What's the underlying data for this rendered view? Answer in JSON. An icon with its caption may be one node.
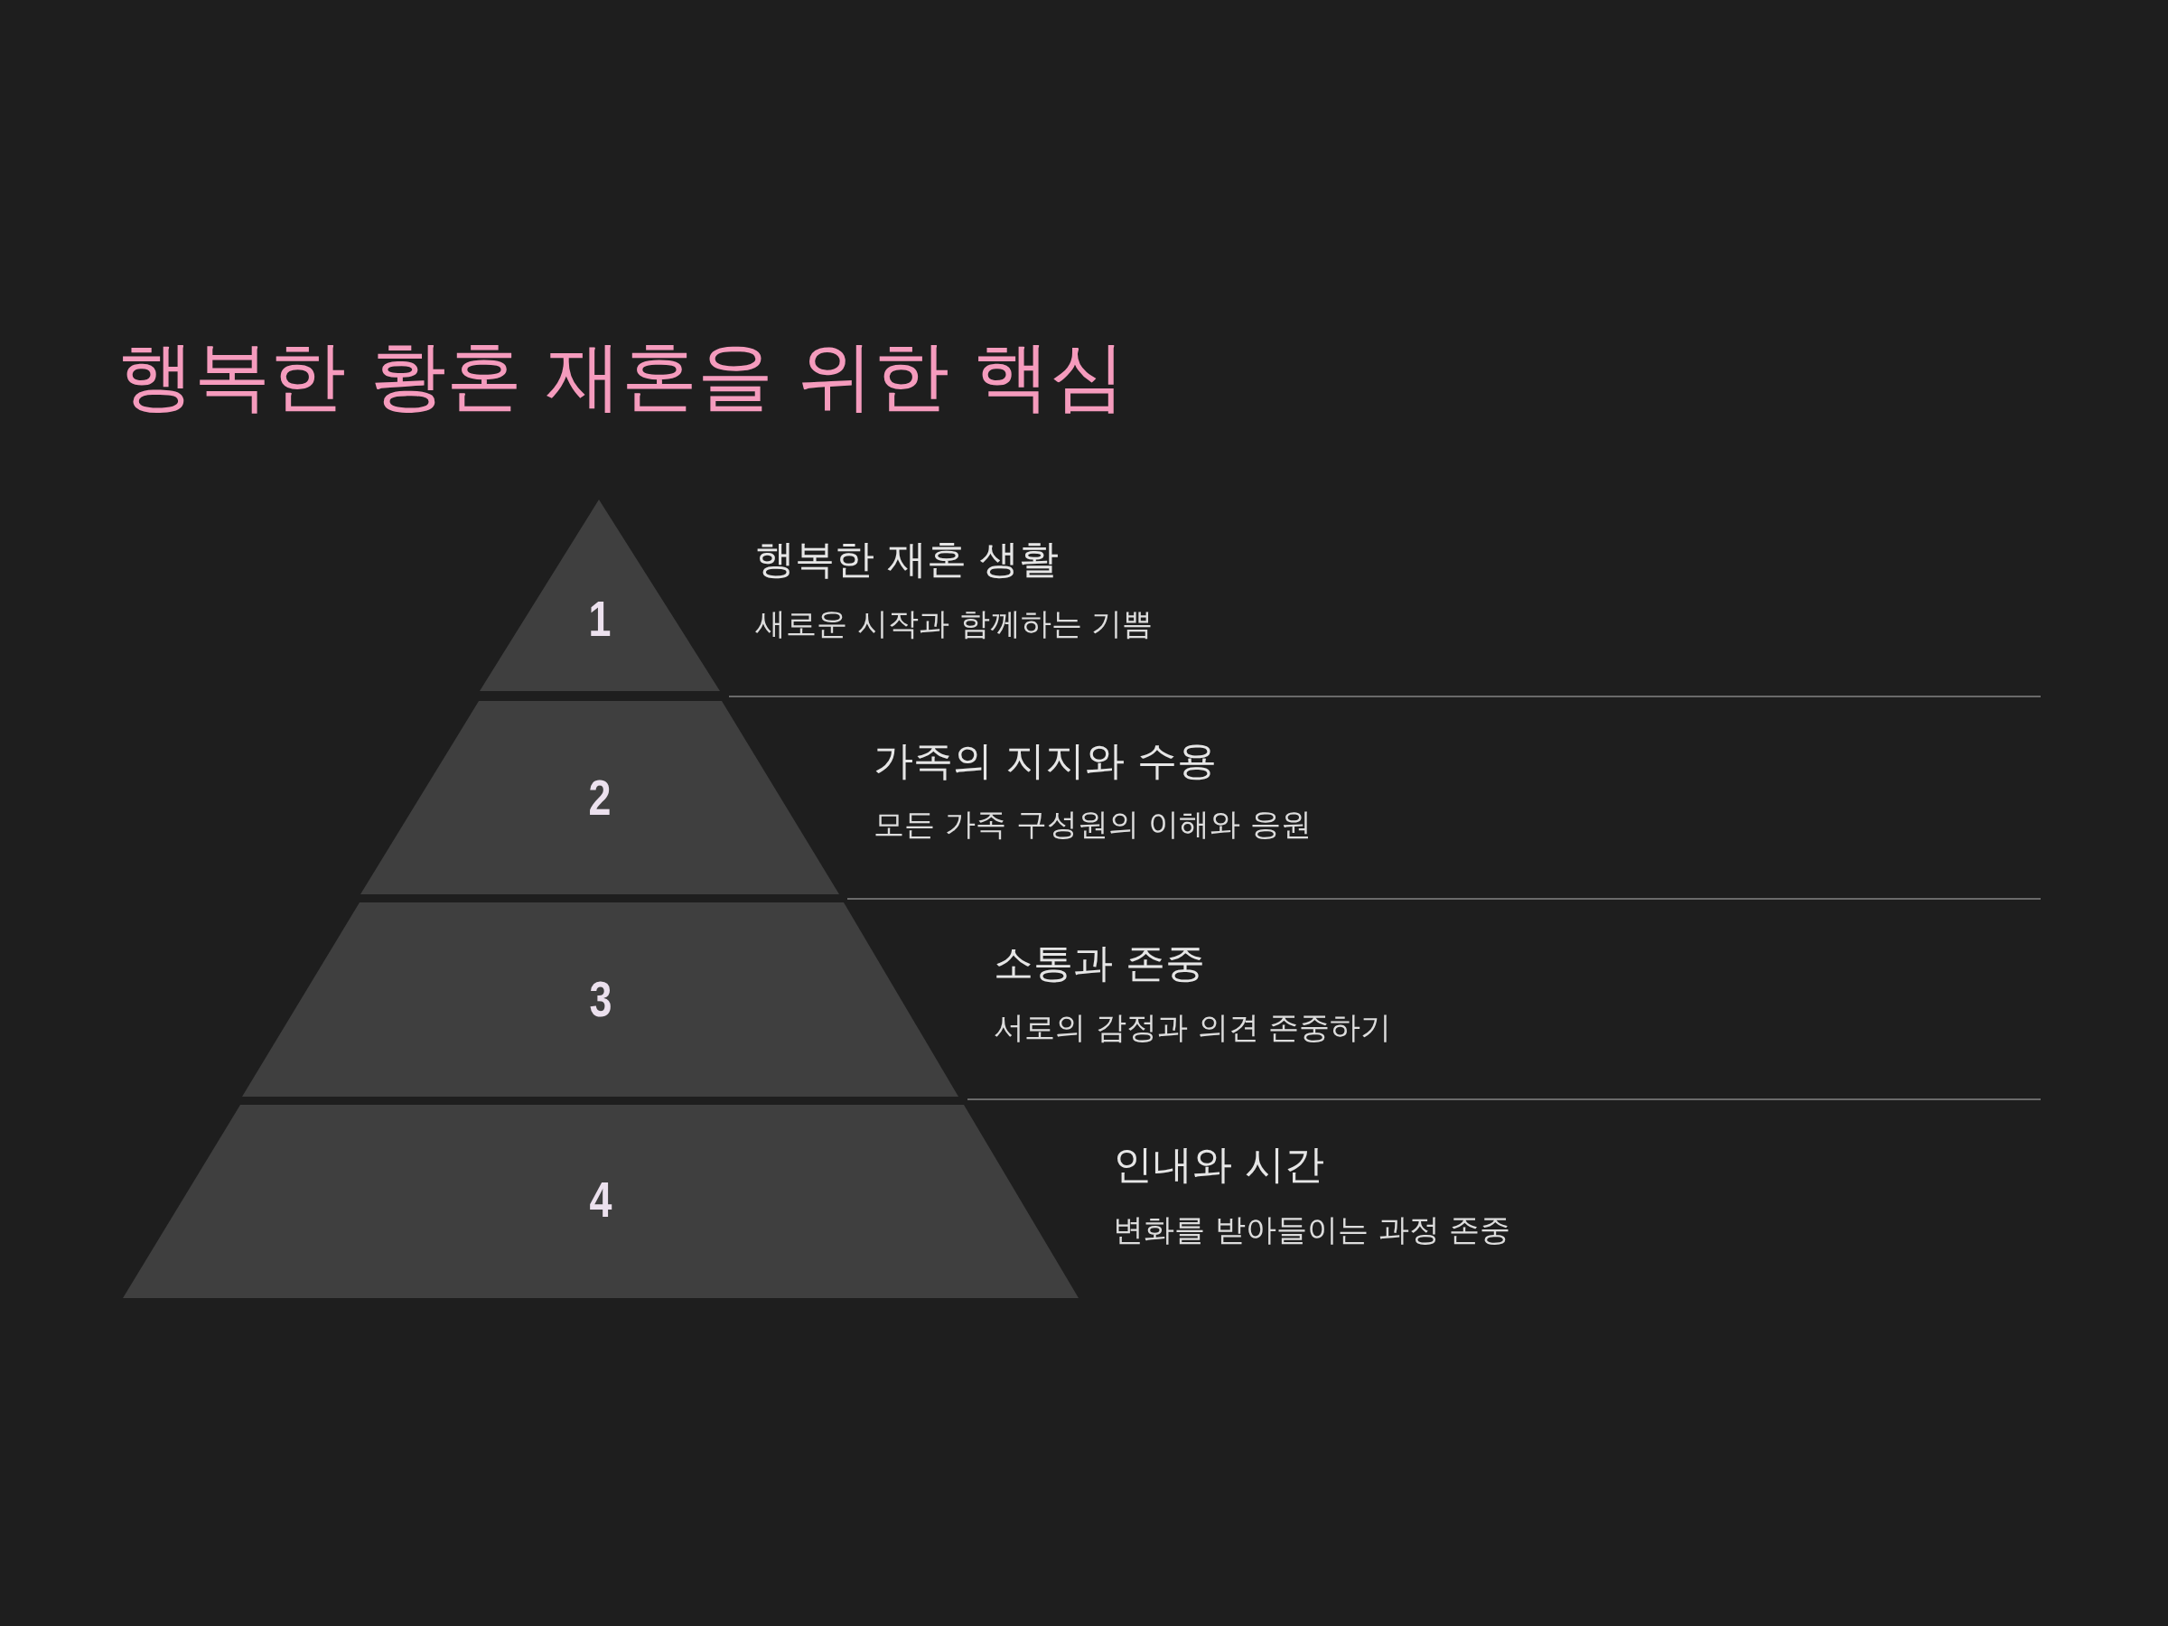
{
  "diagram": {
    "title": "행복한 황혼 재혼을 위한 핵심",
    "nodes": [
      {
        "text": [
          "1"
        ],
        "beside": [
          "행복한 재혼 생활",
          "새로운 시작과 함께하는 기쁨"
        ]
      },
      {
        "text": [
          "2"
        ],
        "beside": [
          "가족의 지지와 수용",
          "모든 가족 구성원의 이해와 응원"
        ]
      },
      {
        "text": [
          "3"
        ],
        "beside": [
          "소통과 존중",
          "서로의 감정과 의견 존중하기"
        ]
      },
      {
        "text": [
          "4"
        ],
        "beside": [
          "인내와 시간",
          "변화를 받아들이는 과정 존중"
        ]
      }
    ]
  }
}
